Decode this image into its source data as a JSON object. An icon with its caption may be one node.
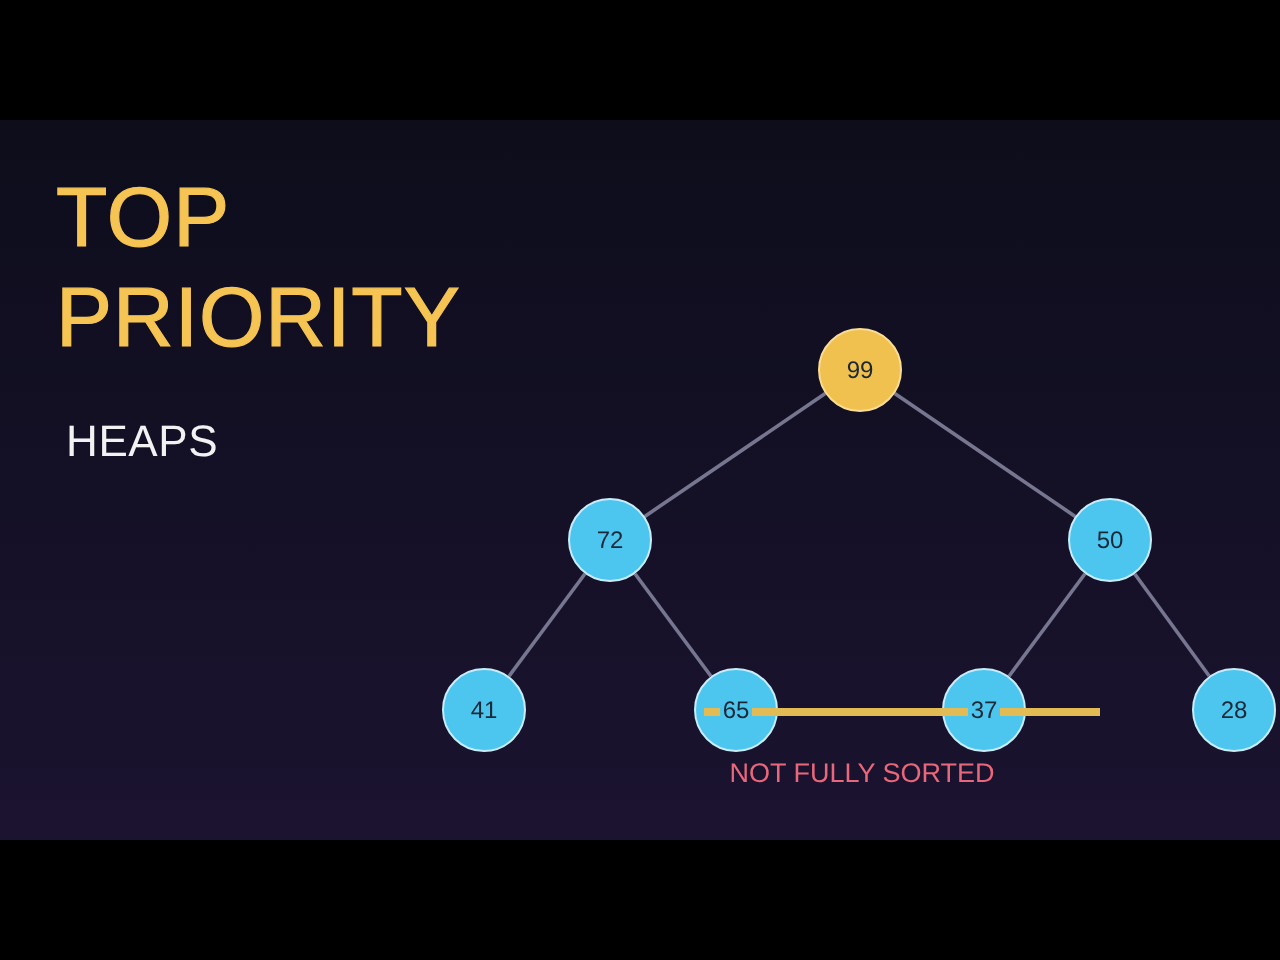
{
  "diagram": {
    "title": "TOP PRIORITY",
    "nodes": [
      {
        "text": [
          "99"
        ]
      },
      {
        "text": [
          "72"
        ]
      },
      {
        "text": [
          "50"
        ]
      },
      {
        "text": [
          "41"
        ]
      },
      {
        "text": [
          "65"
        ]
      },
      {
        "text": [
          "37"
        ]
      },
      {
        "text": [
          "28"
        ]
      }
    ],
    "edges": [
      {
        "from": 0,
        "to": 1,
        "arrow": "none"
      },
      {
        "from": 0,
        "to": 2,
        "arrow": "none"
      },
      {
        "from": 1,
        "to": 3,
        "arrow": "none"
      },
      {
        "from": 1,
        "to": 4,
        "arrow": "none"
      },
      {
        "from": 2,
        "to": 5,
        "arrow": "none"
      },
      {
        "from": 2,
        "to": 6,
        "arrow": "none"
      }
    ],
    "labels": [
      "HEAPS",
      "NOT FULLY SORTED"
    ]
  }
}
